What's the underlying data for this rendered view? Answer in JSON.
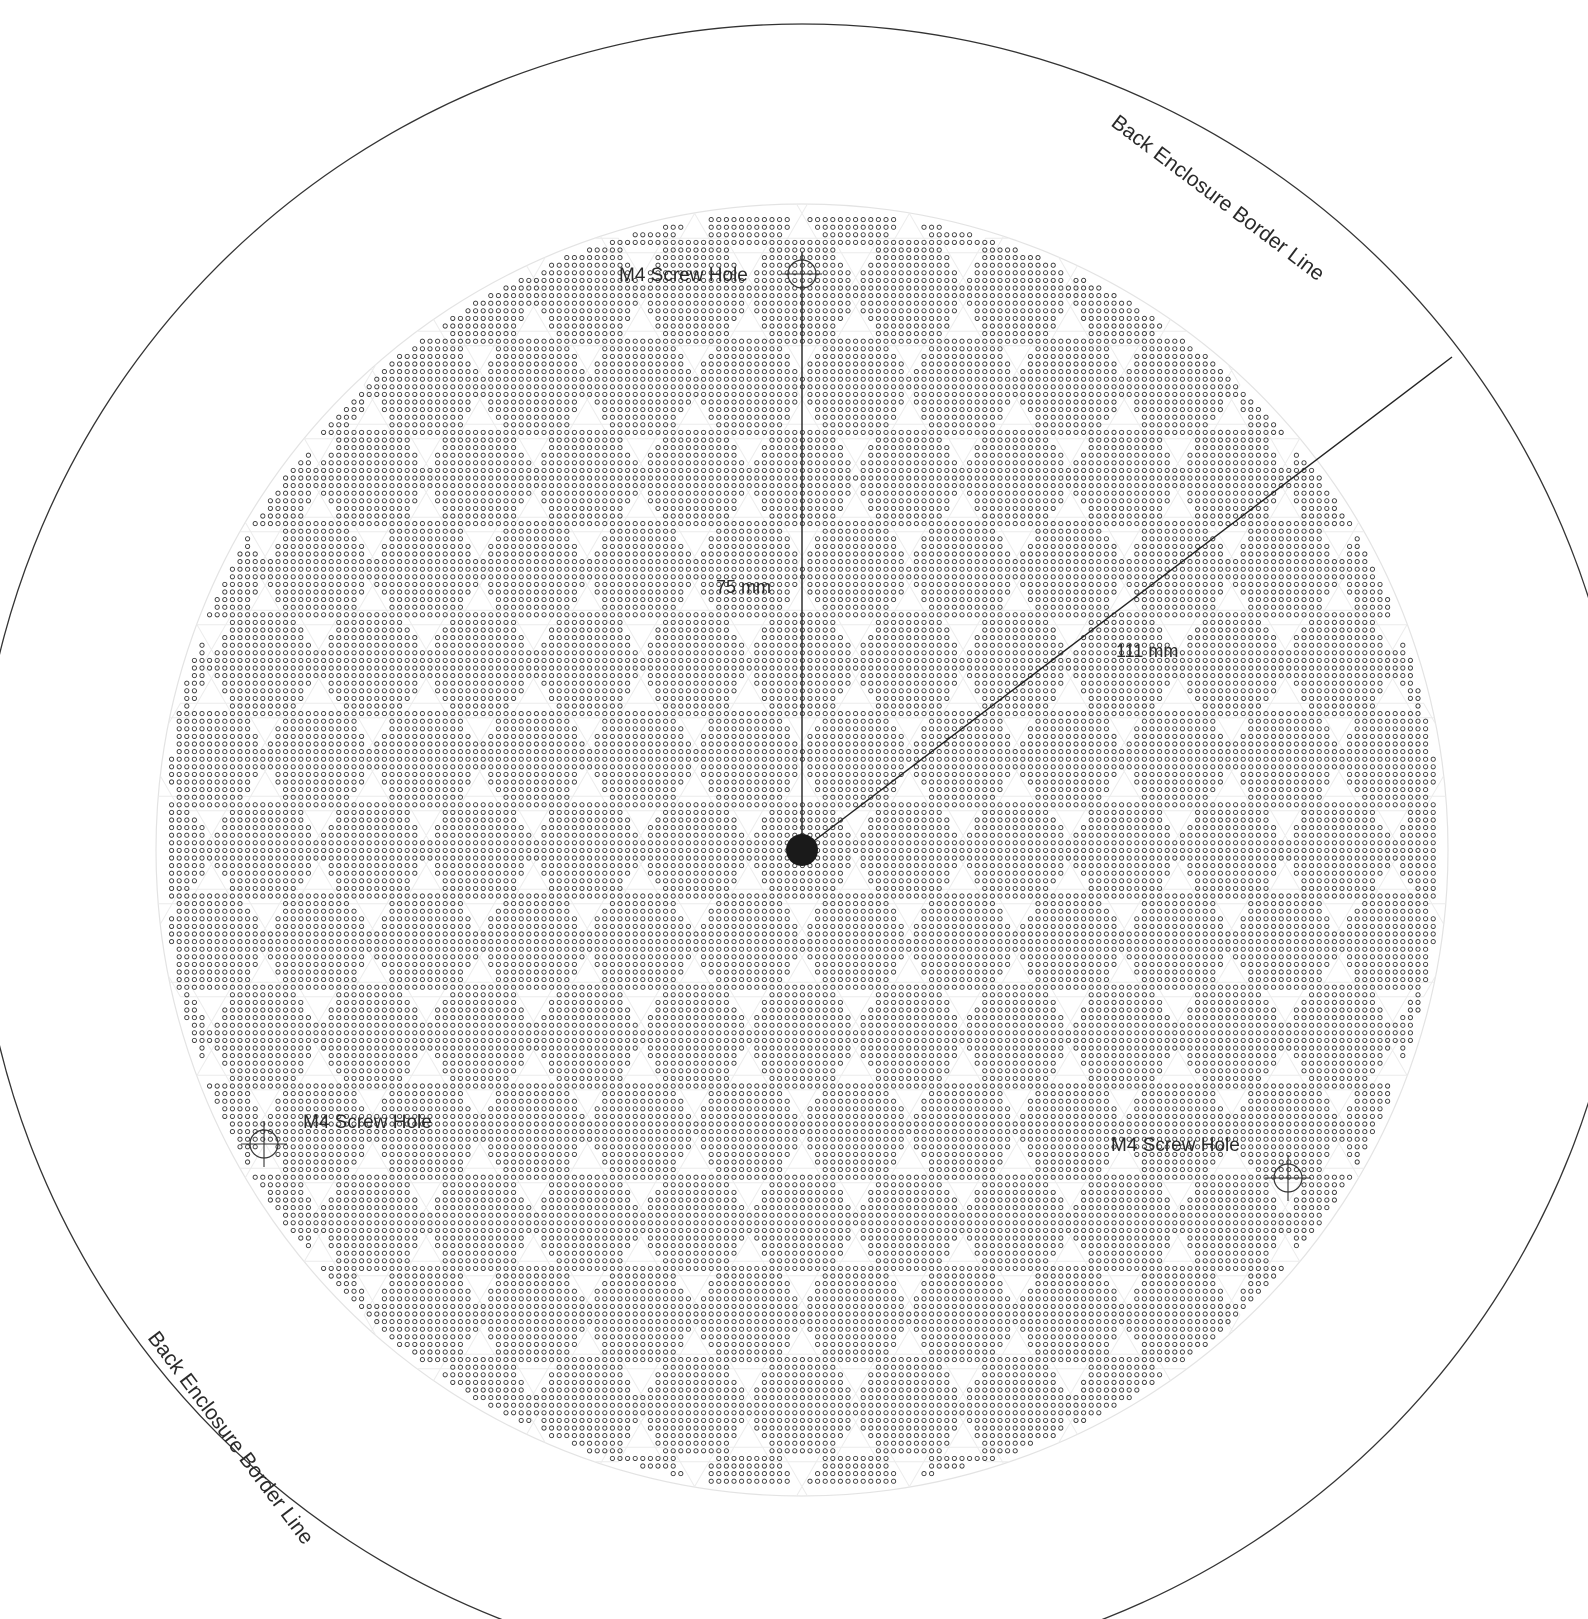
{
  "labels": {
    "border_line_top": "Back Enclosure Border Line",
    "border_line_bottom": "Back Enclosure Border Line",
    "screw_hole_top": "M4 Screw Hole",
    "screw_hole_left": "M4 Screw Hole",
    "screw_hole_right": "M4 Screw Hole"
  },
  "dimensions": {
    "screw_hole_radius": "75 mm",
    "enclosure_radius": "111 mm"
  },
  "grille": {
    "pattern": "hexagonal cells of small perforation holes",
    "hole_color": "#3a3a3a"
  },
  "colors": {
    "line": "#333333",
    "center_mark": "#1a1a1a",
    "background": "#ffffff"
  }
}
